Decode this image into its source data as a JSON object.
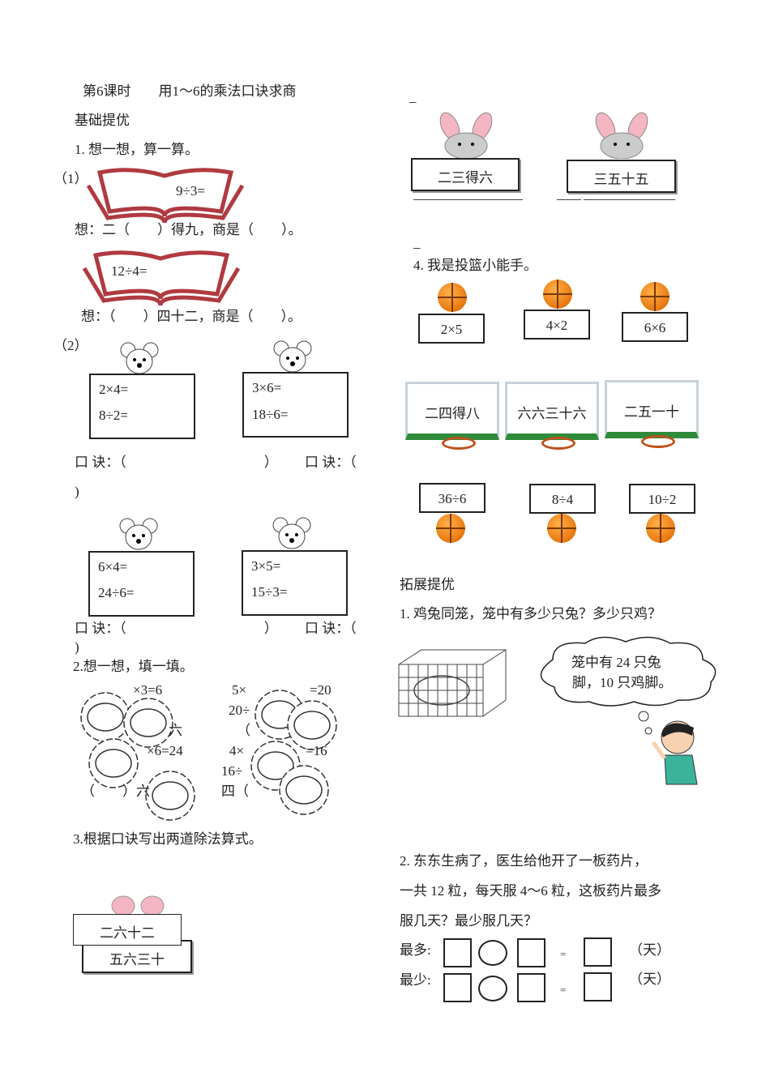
{
  "title": "第6课时　　用1～6的乘法口诀求商",
  "section_basic": "基础提优",
  "q1": {
    "heading": "1. 想一想，算一算。",
    "part1_label": "（1）",
    "book1": "9÷3=",
    "think1": "想：二（　　）得九，商是（　　）。",
    "book2": "12÷4=",
    "think2": "想：（　　）四十二，商是（　　）。",
    "part2_label": "（2）",
    "cards": [
      {
        "line1": "2×4=",
        "line2": "8÷2="
      },
      {
        "line1": "3×6=",
        "line2": "18÷6="
      },
      {
        "line1": "6×4=",
        "line2": "24÷6="
      },
      {
        "line1": "3×5=",
        "line2": "15÷3="
      }
    ],
    "koujue_full": "口 诀：（　　　　　　　　　　）",
    "koujue_open": "口 诀：（",
    "close_paren": ")"
  },
  "q2": {
    "heading": "2.想一想，填一填。",
    "left": [
      "×3=6",
      "六",
      "×6=24",
      "（　　）六"
    ],
    "right": [
      "5×",
      "=20",
      "20÷",
      "（",
      "4×",
      "=16",
      "16÷",
      "四（"
    ]
  },
  "q3": {
    "heading": "3.根据口诀写出两道除法算式。",
    "cards": [
      "二六十二",
      "五六三十",
      "二三得六",
      "三五十五"
    ],
    "dash": "_"
  },
  "q4": {
    "heading": "4. 我是投篮小能手。",
    "top": [
      "2×5",
      "4×2",
      "6×6"
    ],
    "boards": [
      "二四得八",
      "六六三十六",
      "二五一十"
    ],
    "bottom": [
      "36÷6",
      "8÷4",
      "10÷2"
    ]
  },
  "section_ext": "拓展提优",
  "e1": {
    "heading": "1. 鸡兔同笼，笼中有多少只兔？多少只鸡？",
    "cloud1": "笼中有 24 只兔",
    "cloud2": "脚，10 只鸡脚。"
  },
  "e2": {
    "line1": "2. 东东生病了，医生给他开了一板药片，",
    "line2": "一共 12 粒，每天服 4～6 粒，这板药片最多",
    "line3": "服几天？最少服几天？",
    "most": "最多:",
    "least": "最少:",
    "eq": "=",
    "unit": "（天）"
  }
}
